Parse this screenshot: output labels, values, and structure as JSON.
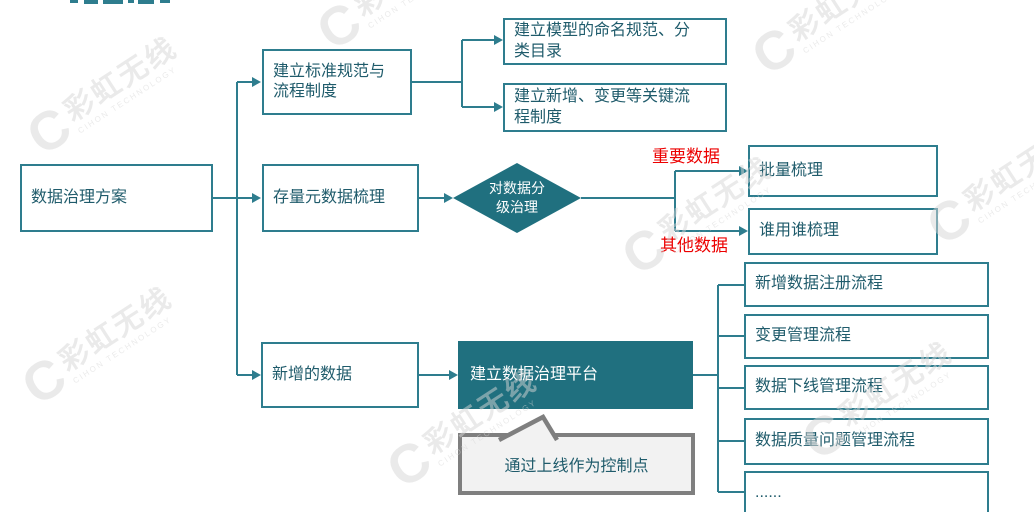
{
  "diagram": {
    "root": {
      "label": "数据治理方案"
    },
    "branch_standards": {
      "line1": "建立标准规范与",
      "line2": "流程制度"
    },
    "standards_outputs": [
      {
        "line1": "建立模型的命名规范、分",
        "line2": "类目录"
      },
      {
        "line1": "建立新增、变更等关键流",
        "line2": "程制度"
      }
    ],
    "branch_inventory": {
      "label": "存量元数据梳理"
    },
    "decision": {
      "line1": "对数据分",
      "line2": "级治理"
    },
    "decision_branches": [
      {
        "condition": "重要数据",
        "result": "批量梳理"
      },
      {
        "condition": "其他数据",
        "result": "谁用谁梳理"
      }
    ],
    "branch_new_data": {
      "label": "新增的数据"
    },
    "platform": {
      "label": "建立数据治理平台"
    },
    "platform_processes": [
      "新增数据注册流程",
      "变更管理流程",
      "数据下线管理流程",
      "数据质量问题管理流程",
      "......"
    ],
    "callout": {
      "label": "通过上线作为控制点"
    }
  },
  "watermark": {
    "logo": "C",
    "name": "彩虹无线",
    "company": "CIHON TECHNOLOGY"
  },
  "colors": {
    "line_teal": "#2E7D8E",
    "fill_teal": "#20707F",
    "text_teal": "#1F5B6B",
    "label_red": "#EC0000",
    "callout_border": "#7F7F7F",
    "callout_bg": "#F2F2F2",
    "watermark_gray": "#D6D6D6"
  }
}
